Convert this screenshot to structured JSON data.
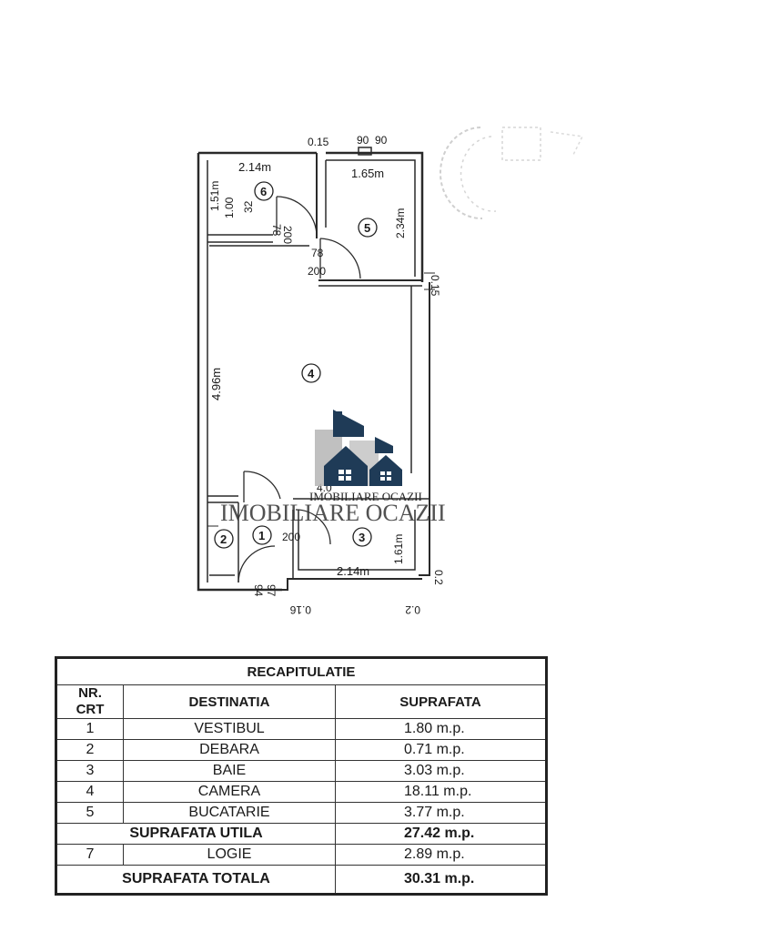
{
  "plan": {
    "dims": {
      "top_thk": "0.15",
      "top_window_a": "90",
      "top_window_b": "90",
      "r6_width": "2.14m",
      "r5_width": "1.65m",
      "r6_height": "1.51m",
      "r6_door": "1.00",
      "r6_32": "32",
      "r6_78": "78",
      "r6_200": "200",
      "r5_height": "2.34m",
      "r5_door": "78",
      "r5_200": "200",
      "right_thk": "0.15",
      "r4_height": "4.96m",
      "r4_40": "4.0",
      "r1_200": "200",
      "r3_height": "1.61m",
      "r3_width": "2.14m",
      "bottom_94": "94",
      "bottom_97": "97",
      "bottom_016": "0.16",
      "bottom_02": "0.2",
      "right_02": "0.2"
    },
    "rooms": [
      "1",
      "2",
      "3",
      "4",
      "5",
      "6"
    ]
  },
  "watermark": {
    "small": "IMOBILIARE OCAZII",
    "large": "IMOBILIARE OCAZII",
    "color_dark": "#1f3b57",
    "color_gray": "#9a9a9a"
  },
  "table": {
    "title": "RECAPITULATIE",
    "headers": {
      "nr": "NR.\nCRT",
      "destinatia": "DESTINATIA",
      "suprafata": "SUPRAFATA"
    },
    "rows": [
      {
        "nr": "1",
        "dest": "VESTIBUL",
        "area": "1.80 m.p."
      },
      {
        "nr": "2",
        "dest": "DEBARA",
        "area": "0.71 m.p."
      },
      {
        "nr": "3",
        "dest": "BAIE",
        "area": "3.03 m.p."
      },
      {
        "nr": "4",
        "dest": "CAMERA",
        "area": "18.11 m.p."
      },
      {
        "nr": "5",
        "dest": "BUCATARIE",
        "area": "3.77 m.p."
      }
    ],
    "utila": {
      "label": "SUPRAFATA UTILA",
      "area": "27.42 m.p."
    },
    "logie": {
      "nr": "7",
      "dest": "LOGIE",
      "area": "2.89 m.p."
    },
    "totala": {
      "label": "SUPRAFATA TOTALA",
      "area": "30.31 m.p."
    }
  }
}
